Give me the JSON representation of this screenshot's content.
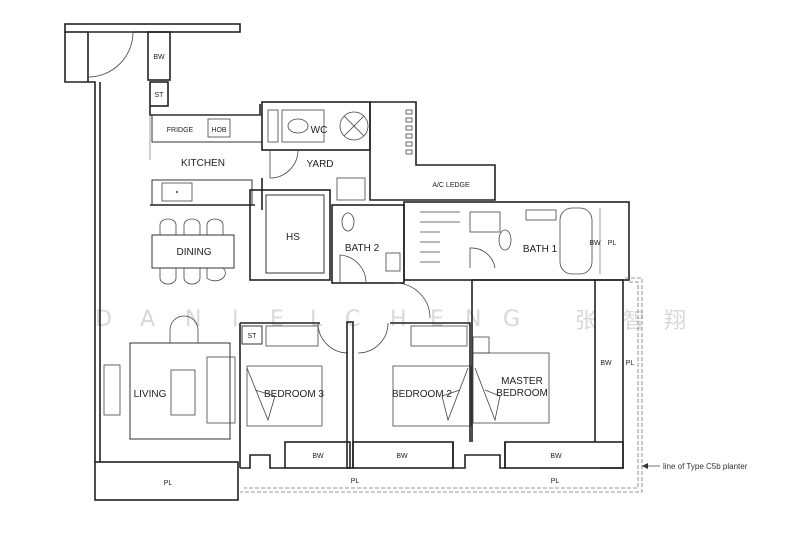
{
  "plan": {
    "rooms": {
      "kitchen": "KITCHEN",
      "yard": "YARD",
      "wc": "WC",
      "hs": "HS",
      "dining": "DINING",
      "living": "LIVING",
      "bath1": "BATH 1",
      "bath2": "BATH 2",
      "bedroom3": "BEDROOM 3",
      "bedroom2": "BEDROOM 2",
      "master_line1": "MASTER",
      "master_line2": "BEDROOM",
      "ac_ledge": "A/C LEDGE"
    },
    "fixtures": {
      "fridge": "FRIDGE",
      "hob": "HOB",
      "store": "ST",
      "bay_window": "BW",
      "planter": "PL"
    },
    "annotation": "line of Type C5b planter",
    "watermark": {
      "latin": [
        "D",
        "A",
        "N",
        "I",
        "E",
        "L",
        "C",
        "H",
        "E",
        "N",
        "G"
      ],
      "chinese": [
        "张",
        "智",
        "翔"
      ]
    }
  }
}
